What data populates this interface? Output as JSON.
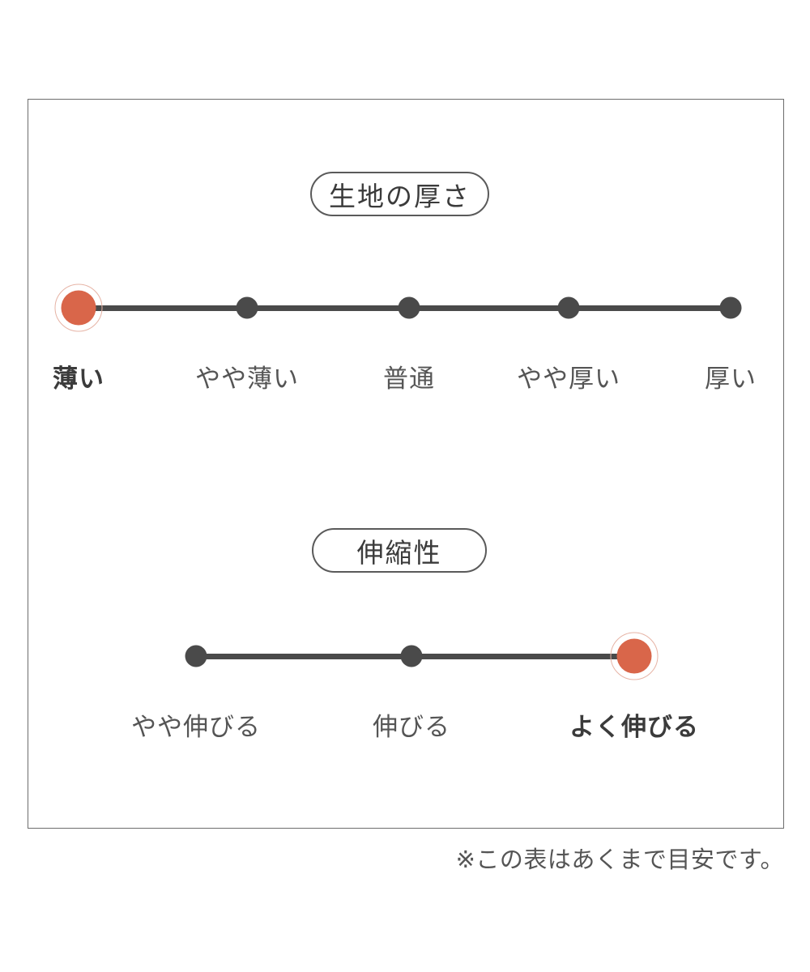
{
  "colors": {
    "active_dot": "#d9664a",
    "active_ring": "#e6b3a5",
    "inactive_dot": "#4a4a4a",
    "track": "#4a4a4a",
    "frame_border": "#6d6d6d",
    "badge_border": "#5a5a5a",
    "text": "#555555",
    "text_active": "#3b3b3b",
    "background": "#ffffff"
  },
  "footnote": "※この表はあくまで目安です。",
  "chart_data": [
    {
      "type": "scale",
      "title": "生地の厚さ",
      "categories": [
        "薄い",
        "やや薄い",
        "普通",
        "やや厚い",
        "厚い"
      ],
      "values": [
        1,
        0,
        0,
        0,
        0
      ],
      "selected_index": 0,
      "selected_label": "薄い",
      "xlabel": "",
      "ylabel": "",
      "legend": "none",
      "grid": false
    },
    {
      "type": "scale",
      "title": "伸縮性",
      "categories": [
        "やや伸びる",
        "伸びる",
        "よく伸びる"
      ],
      "values": [
        0,
        0,
        1
      ],
      "selected_index": 2,
      "selected_label": "よく伸びる",
      "xlabel": "",
      "ylabel": "",
      "legend": "none",
      "grid": false
    }
  ]
}
